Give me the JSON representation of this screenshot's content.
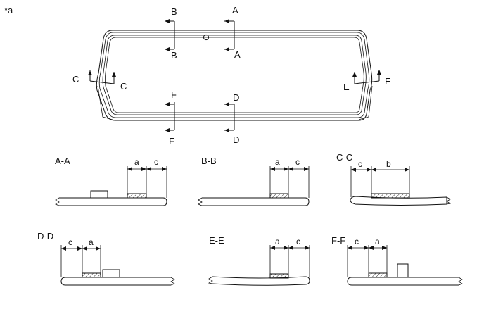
{
  "figure_label": "*a",
  "section_markers": {
    "A": "A",
    "B": "B",
    "C": "C",
    "D": "D",
    "E": "E",
    "F": "F"
  },
  "sections": [
    {
      "title": "A-A",
      "dims": [
        "a",
        "c"
      ]
    },
    {
      "title": "B-B",
      "dims": [
        "a",
        "c"
      ]
    },
    {
      "title": "C-C",
      "dims": [
        "c",
        "b"
      ]
    },
    {
      "title": "D-D",
      "dims": [
        "c",
        "a"
      ]
    },
    {
      "title": "E-E",
      "dims": [
        "a",
        "c"
      ]
    },
    {
      "title": "F-F",
      "dims": [
        "c",
        "a"
      ]
    }
  ]
}
